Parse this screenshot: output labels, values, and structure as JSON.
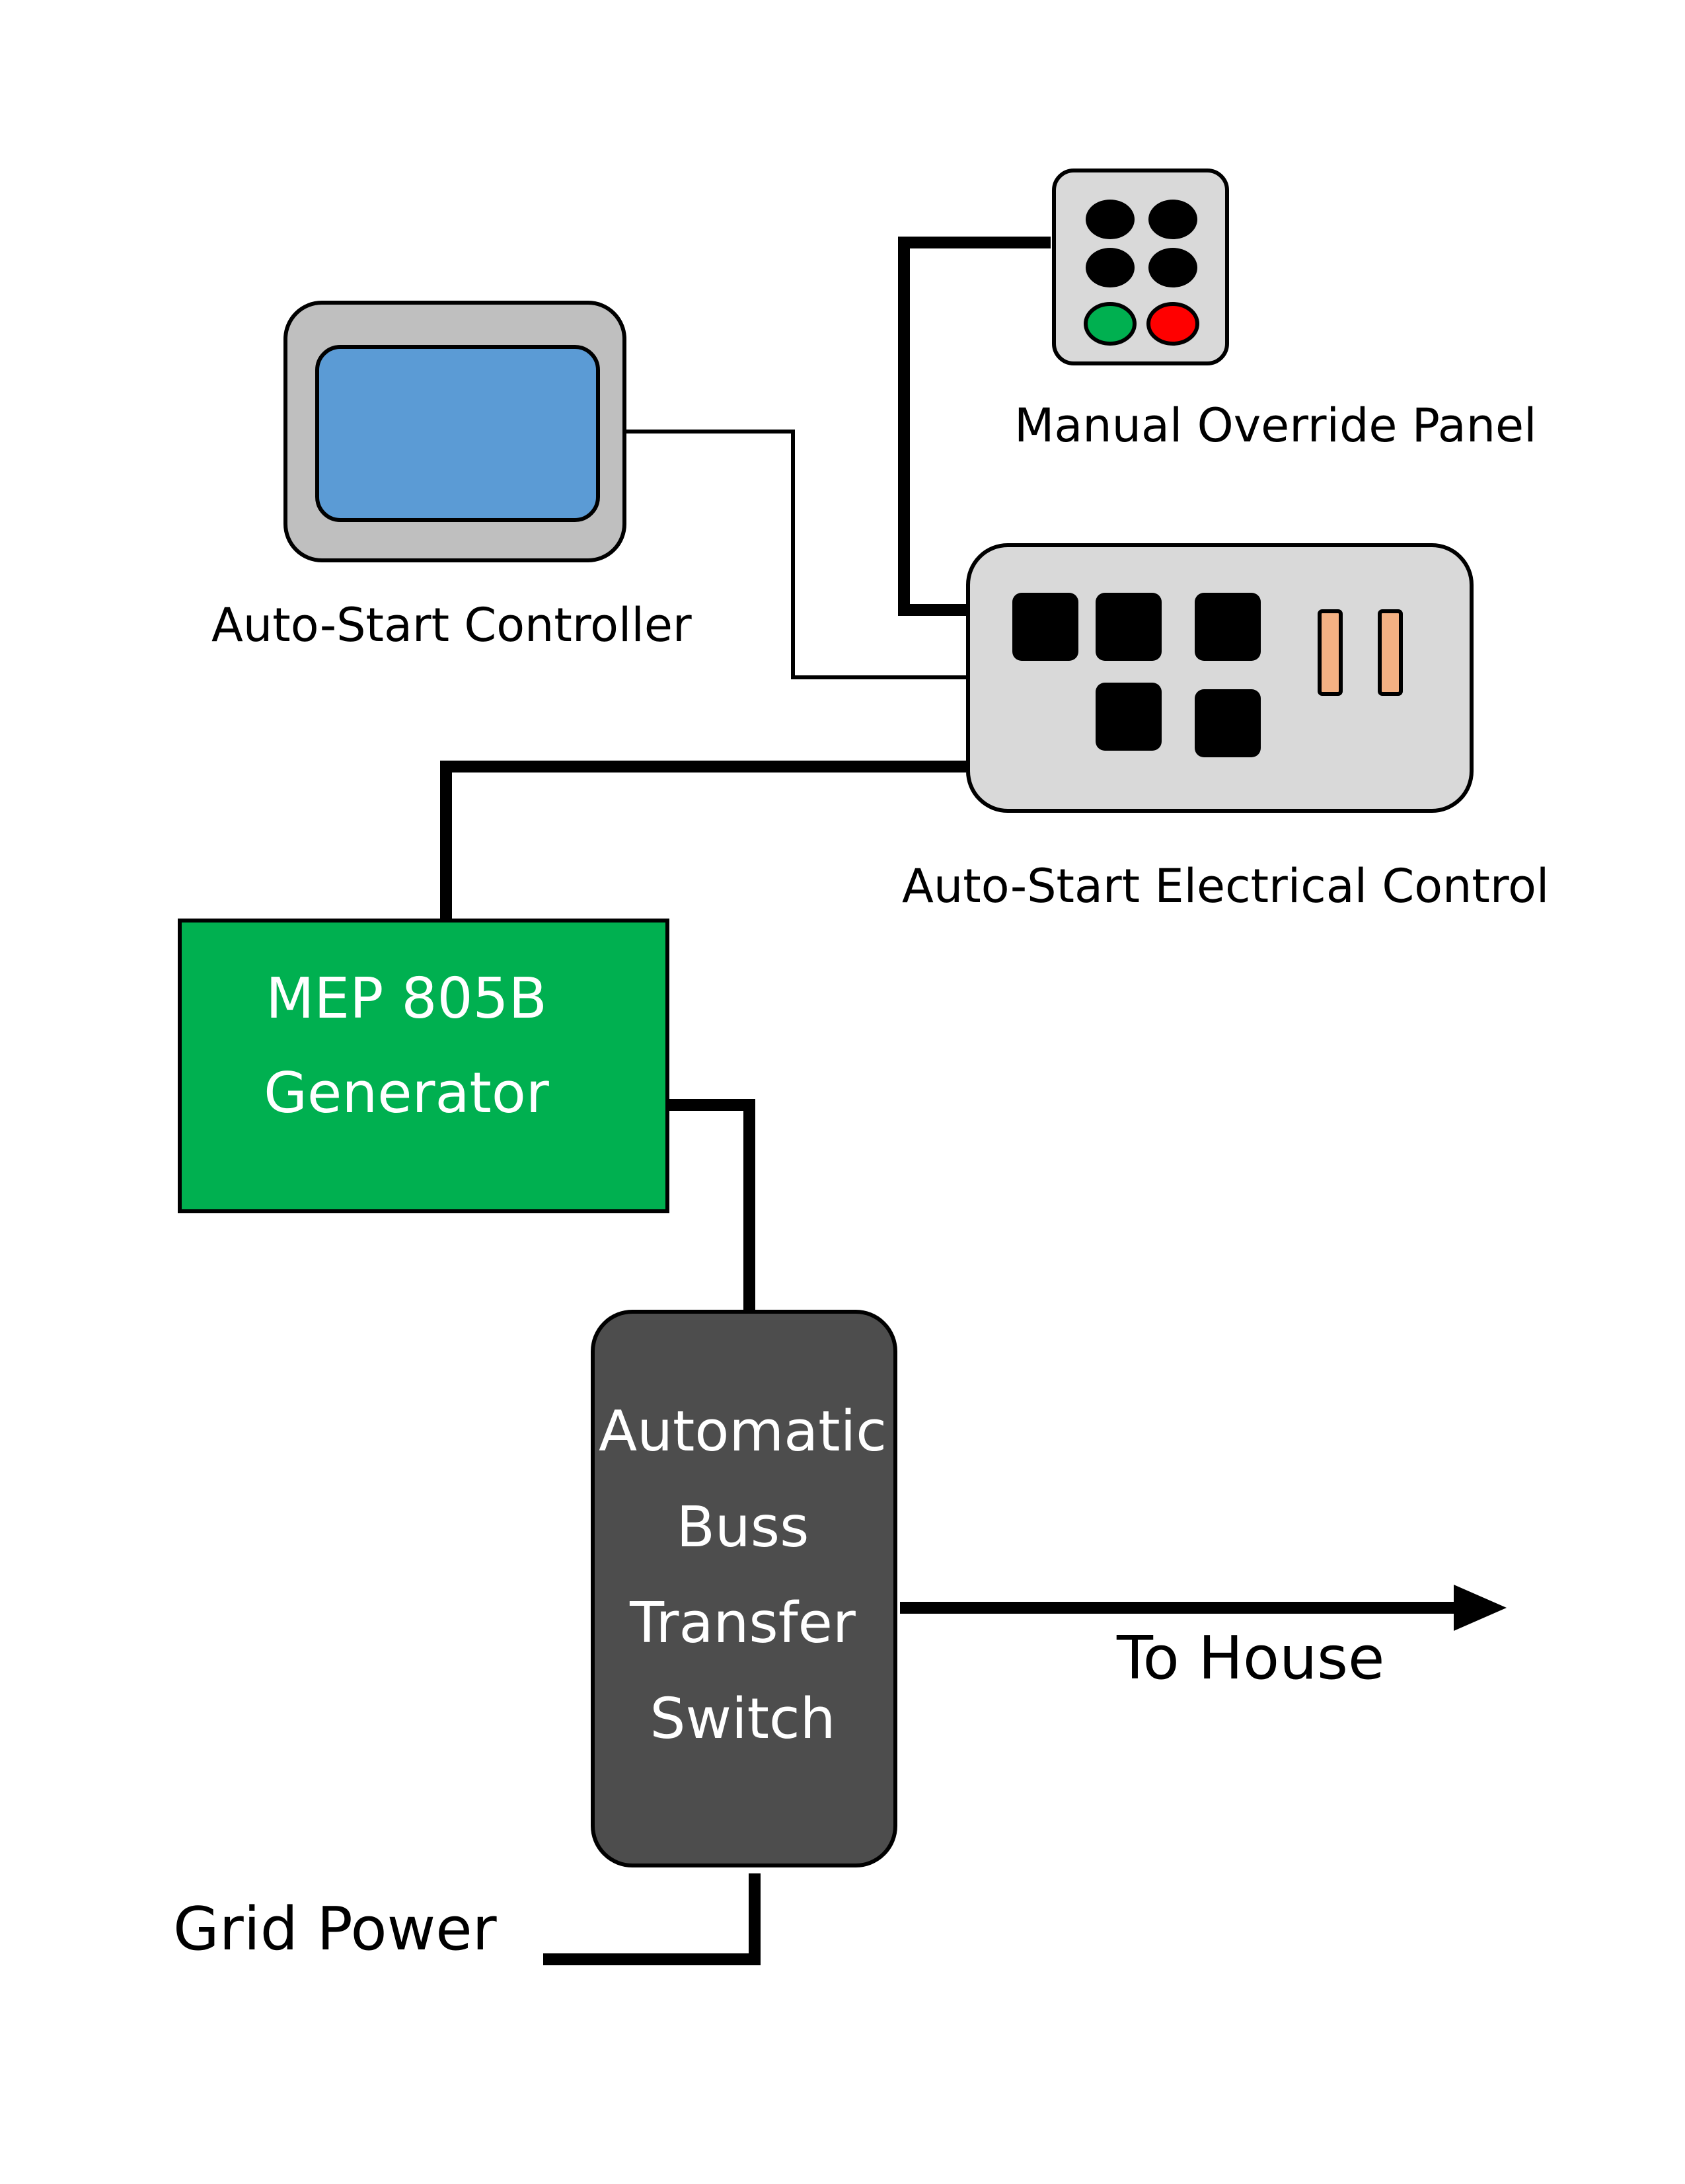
{
  "labels": {
    "manual_override_panel": "Manual Override Panel",
    "auto_start_controller": "Auto-Start Controller",
    "auto_start_electrical_control": "Auto-Start Electrical Control",
    "generator_line1": "MEP 805B",
    "generator_line2": "Generator",
    "abts_line1": "Automatic",
    "abts_line2": "Buss",
    "abts_line3": "Transfer",
    "abts_line4": "Switch",
    "to_house": "To House",
    "grid_power": "Grid Power"
  },
  "colors": {
    "controller_screen": "#5b9bd5",
    "controller_body": "#bfbfbf",
    "panel_body": "#d9d9d9",
    "indicator_green": "#00b050",
    "indicator_red": "#ff0000",
    "relay_tab": "#f4b183",
    "generator": "#00b050",
    "abts": "#4d4d4d",
    "wire": "#000000"
  }
}
